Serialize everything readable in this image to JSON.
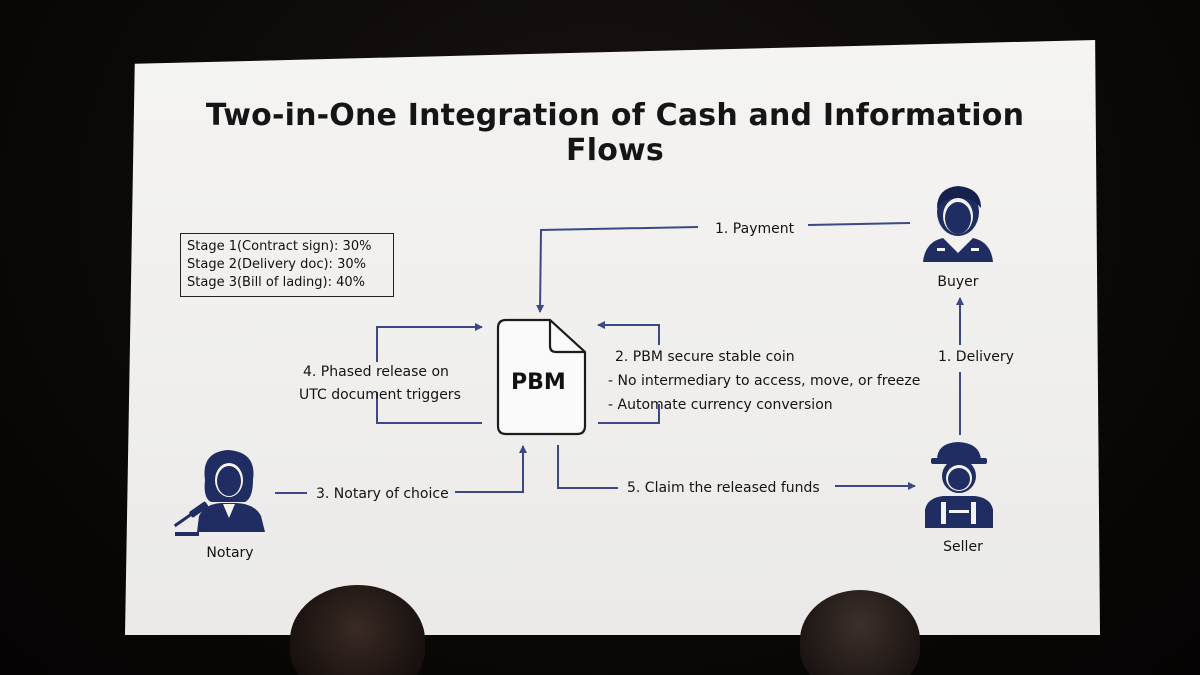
{
  "title": "Two-in-One Integration of Cash and Information Flows",
  "stages": [
    "Stage 1(Contract sign): 30%",
    "Stage 2(Delivery doc): 30%",
    "Stage 3(Bill of lading): 40%"
  ],
  "center": {
    "label": "PBM"
  },
  "roles": {
    "buyer": "Buyer",
    "seller": "Seller",
    "notary": "Notary"
  },
  "flows": {
    "payment": "1. Payment",
    "delivery": "1. Delivery",
    "pbm_coin": "2. PBM secure stable coin",
    "no_intermediary": "- No intermediary to access, move, or freeze",
    "currency": "- Automate currency conversion",
    "notary_choice": "3. Notary of choice",
    "phased_1": "4. Phased release on",
    "phased_2": "UTC document triggers",
    "claim": "5. Claim the released funds"
  },
  "icons": {
    "buyer": "person-suit-icon",
    "seller": "worker-cap-icon",
    "notary": "judge-gavel-icon",
    "pbm": "document-icon"
  },
  "colors": {
    "arrow": "#3b4a86",
    "icon": "#1f2d63",
    "text": "#141414"
  }
}
